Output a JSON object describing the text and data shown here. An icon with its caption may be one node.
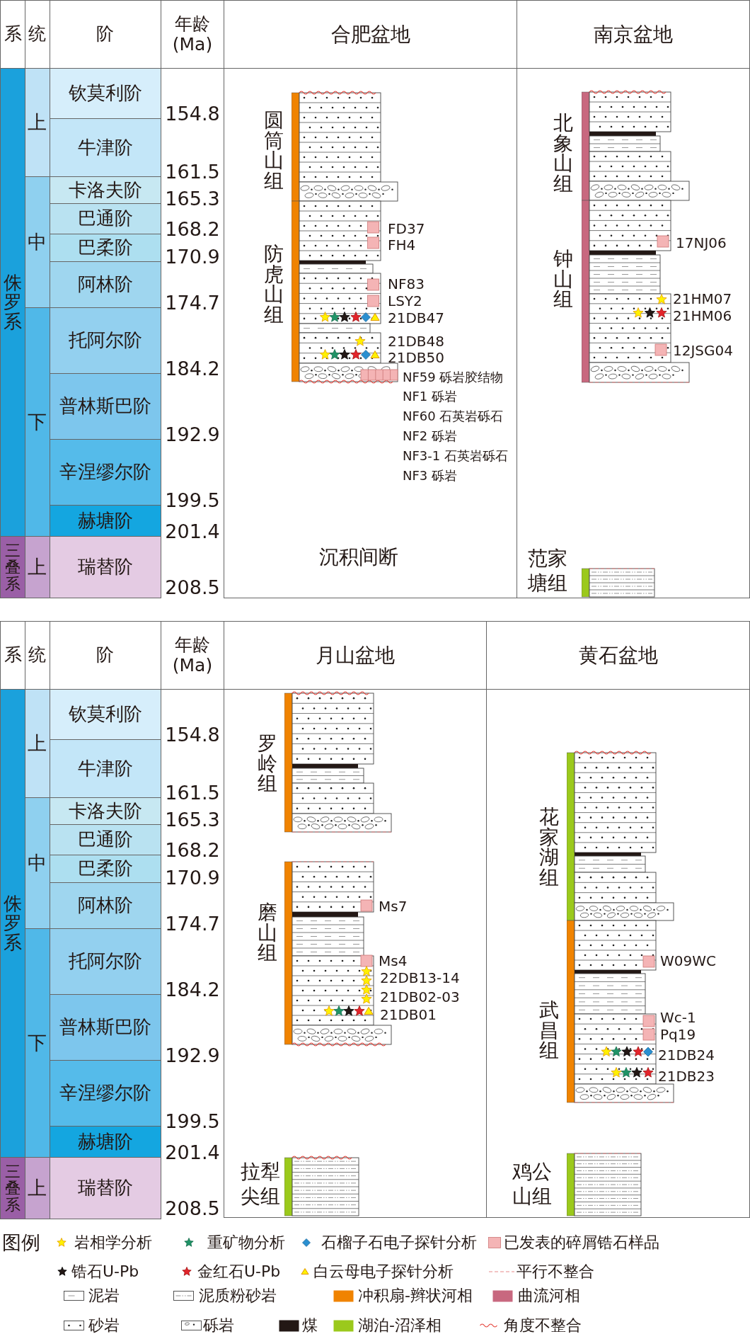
{
  "diagram": {
    "nodes": [
      {
        "text": [
          "合肥盆地"
        ]
      },
      {
        "text": [
          "圆筒山组"
        ],
        "in": 0
      },
      {
        "text": [
          "防虎山组"
        ],
        "in": 0,
        "beside": [
          "FD37",
          "FH4",
          "NF83",
          "LSY2",
          "21DB47",
          "21DB48",
          "21DB50",
          "NF59 砾岩胶结物",
          "NF1 砾岩",
          "NF60 石英岩砾石",
          "NF2 砾岩",
          "NF3-1 石英岩砾石",
          "NF3 砾岩"
        ]
      },
      {
        "text": [
          "南京盆地"
        ]
      },
      {
        "text": [
          "北象山组"
        ],
        "in": 3
      },
      {
        "text": [
          "钟山组"
        ],
        "in": 3,
        "beside": [
          "17NJ06",
          "21HM07",
          "21HM06",
          "12JSG04"
        ]
      },
      {
        "text": [
          "范家塘组"
        ],
        "in": 3
      },
      {
        "text": [
          "月山盆地"
        ]
      },
      {
        "text": [
          "罗岭组"
        ],
        "in": 7
      },
      {
        "text": [
          "磨山组"
        ],
        "in": 7,
        "beside": [
          "Ms7",
          "Ms4",
          "22DB13-14",
          "21DB02-03",
          "21DB01"
        ]
      },
      {
        "text": [
          "拉犁尖组"
        ],
        "in": 7
      },
      {
        "text": [
          "黄石盆地"
        ]
      },
      {
        "text": [
          "花家湖组"
        ],
        "in": 11
      },
      {
        "text": [
          "武昌组"
        ],
        "in": 11,
        "beside": [
          "W09WC",
          "Wc-1",
          "Pq19",
          "21DB24",
          "21DB23"
        ]
      },
      {
        "text": [
          "鸡公山组"
        ],
        "in": 11
      }
    ],
    "labels": [
      "系",
      "统",
      "阶",
      "年龄 (Ma)",
      "侏罗系",
      "上",
      "中",
      "下",
      "三叠系",
      "上",
      "钦莫利阶",
      "牛津阶",
      "卡洛夫阶",
      "巴通阶",
      "巴柔阶",
      "阿林阶",
      "托阿尔阶",
      "普林斯巴阶",
      "辛涅缪尔阶",
      "赫塘阶",
      "瑞替阶",
      "154.8",
      "161.5",
      "165.3",
      "168.2",
      "170.9",
      "174.7",
      "184.2",
      "192.9",
      "199.5",
      "201.4",
      "208.5",
      "沉积间断",
      "系",
      "统",
      "阶",
      "年龄 (Ma)",
      "侏罗系",
      "上",
      "中",
      "下",
      "三叠系",
      "上",
      "钦莫利阶",
      "牛津阶",
      "卡洛夫阶",
      "巴通阶",
      "巴柔阶",
      "阿林阶",
      "托阿尔阶",
      "普林斯巴阶",
      "辛涅缪尔阶",
      "赫塘阶",
      "瑞替阶",
      "154.8",
      "161.5",
      "165.3",
      "168.2",
      "170.9",
      "174.7",
      "184.2",
      "192.9",
      "199.5",
      "201.4",
      "208.5",
      "图例"
    ],
    "legend": [
      {
        "text": "岩相学分析"
      },
      {
        "text": "重矿物分析"
      },
      {
        "text": "石榴子石电子探针分析"
      },
      {
        "text": "已发表的碎屑锆石样品",
        "color": "#f4b4b5"
      },
      {
        "text": "锆石U-Pb"
      },
      {
        "text": "金红石U-Pb"
      },
      {
        "text": "白云母电子探针分析"
      },
      {
        "text": "平行不整合"
      },
      {
        "text": "泥岩"
      },
      {
        "text": "泥质粉砂岩"
      },
      {
        "text": "冲积扇-辫状河相",
        "color": "#f08300"
      },
      {
        "text": "曲流河相",
        "color": "#c8687f"
      },
      {
        "text": "砂岩"
      },
      {
        "text": "砾岩"
      },
      {
        "text": "煤",
        "color": "#231815"
      },
      {
        "text": "湖泊-沼泽相",
        "color": "#9bc91c"
      },
      {
        "text": "角度不整合"
      }
    ]
  }
}
